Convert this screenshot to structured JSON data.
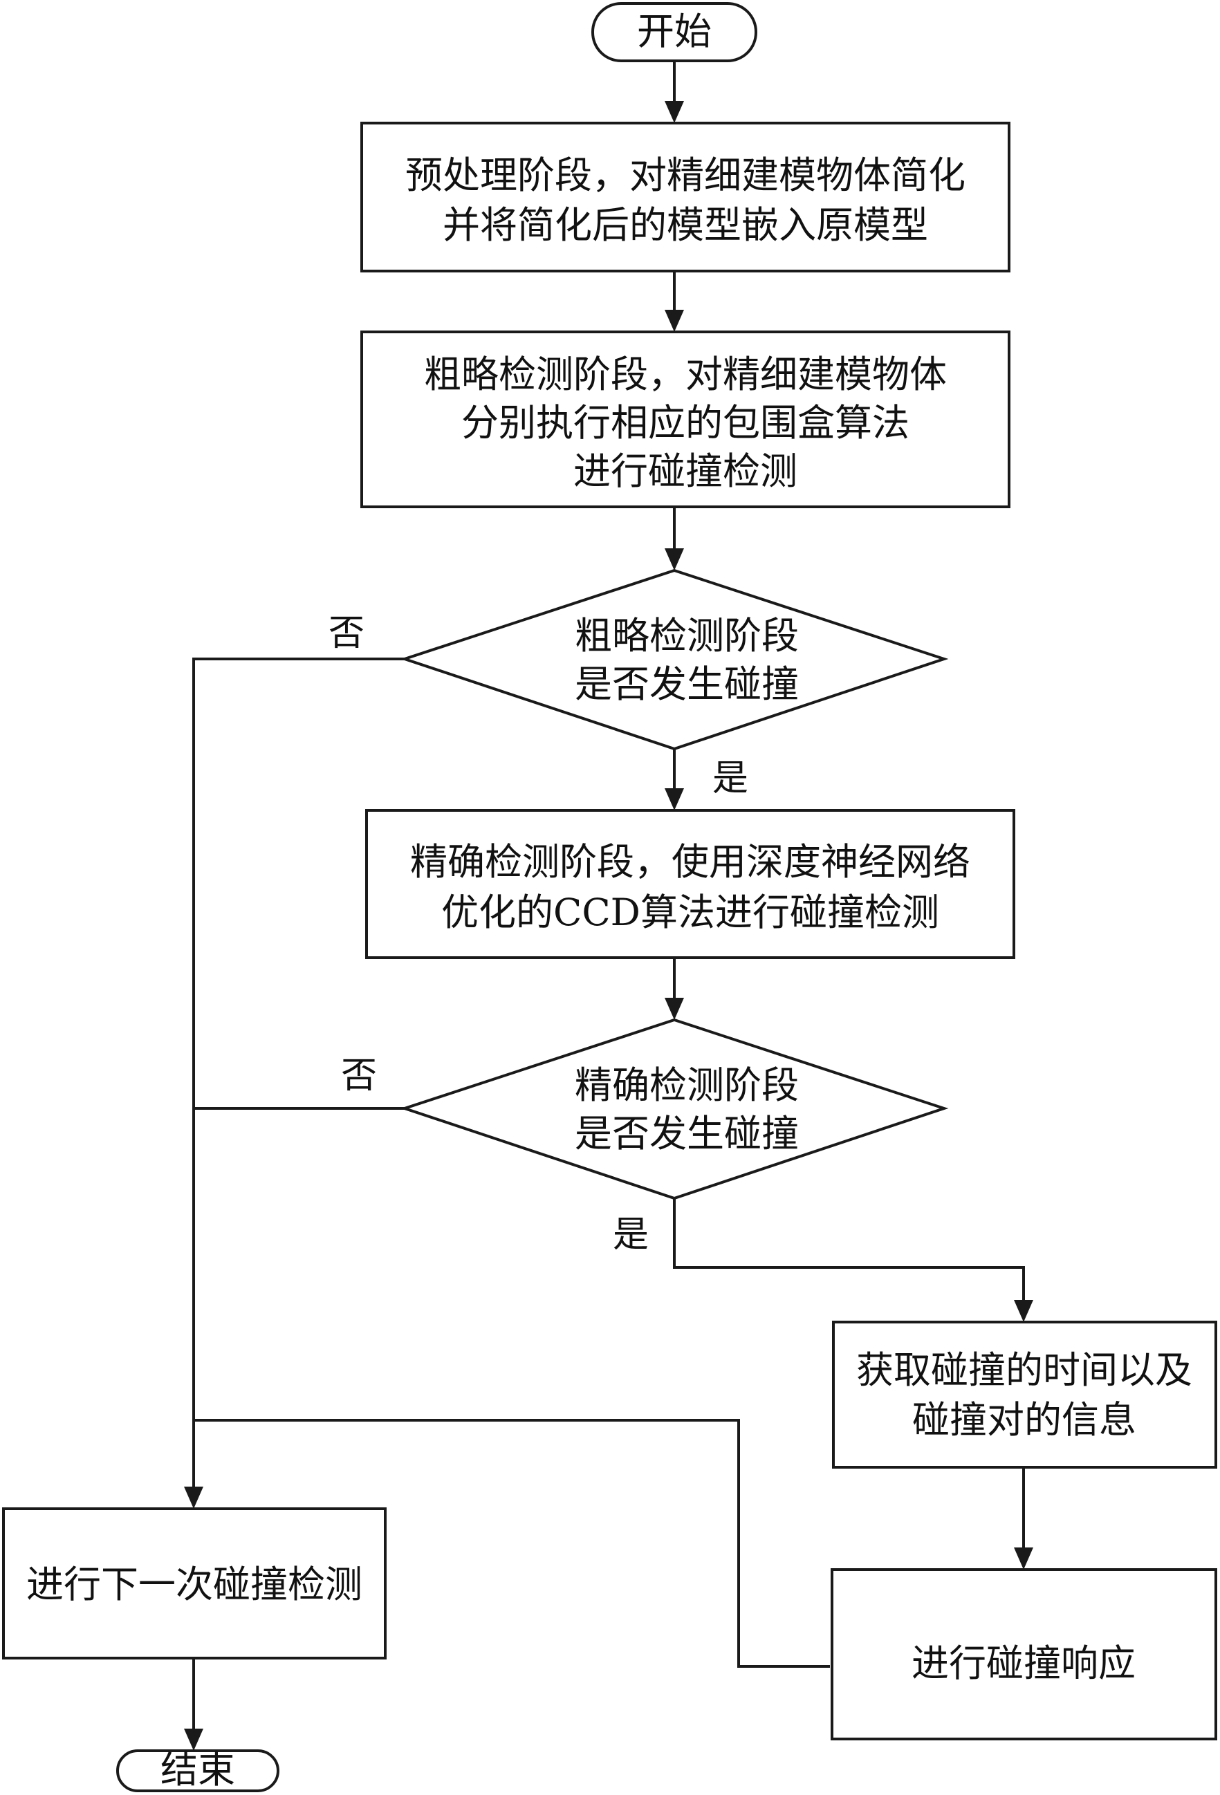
{
  "flowchart": {
    "start": "开始",
    "end": "结束",
    "step_preprocess": {
      "line1": "预处理阶段，对精细建模物体简化",
      "line2": "并将简化后的模型嵌入原模型"
    },
    "step_coarse": {
      "line1": "粗略检测阶段，对精细建模物体",
      "line2": "分别执行相应的包围盒算法",
      "line3": "进行碰撞检测"
    },
    "decision_coarse": {
      "line1": "粗略检测阶段",
      "line2": "是否发生碰撞"
    },
    "step_precise": {
      "line1": "精确检测阶段，使用深度神经网络",
      "line2": "优化的CCD算法进行碰撞检测"
    },
    "decision_precise": {
      "line1": "精确检测阶段",
      "line2": "是否发生碰撞"
    },
    "step_collision_info": {
      "line1": "获取碰撞的时间以及",
      "line2": "碰撞对的信息"
    },
    "step_response": "进行碰撞响应",
    "step_next": "进行下一次碰撞检测",
    "label_yes": "是",
    "label_no": "否"
  }
}
